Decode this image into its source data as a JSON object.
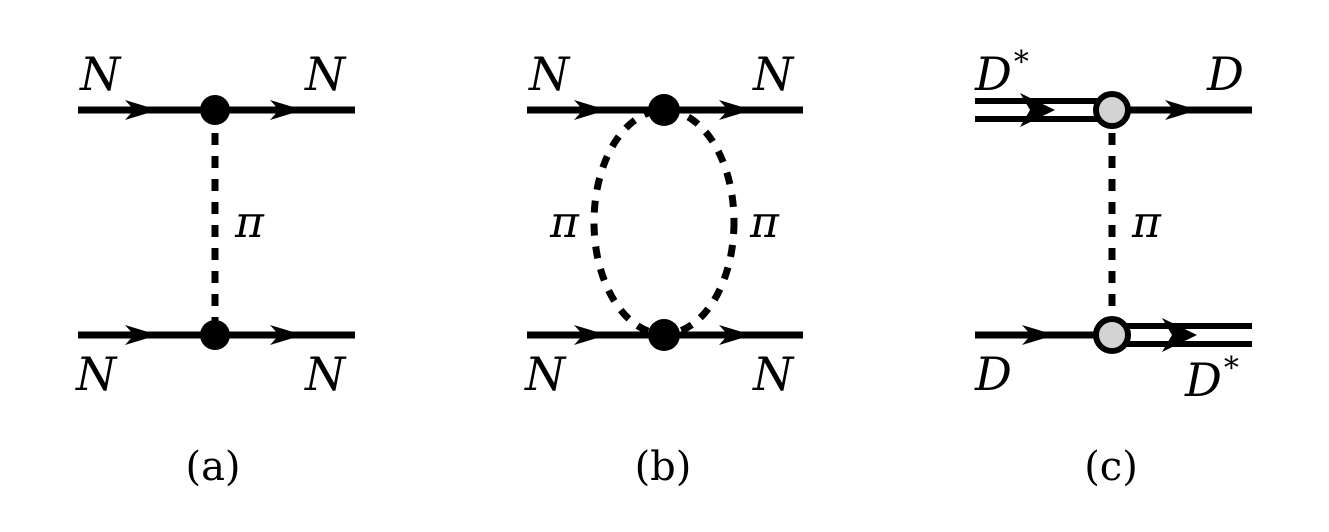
{
  "panels": [
    {
      "caption": "(a)",
      "top_left": "N",
      "top_right": "N",
      "bottom_left": "N",
      "bottom_right": "N",
      "exchange": "π"
    },
    {
      "caption": "(b)",
      "top_left": "N",
      "top_right": "N",
      "bottom_left": "N",
      "bottom_right": "N",
      "exchange_left": "π",
      "exchange_right": "π"
    },
    {
      "caption": "(c)",
      "top_left": "D",
      "top_left_sup": "*",
      "top_right": "D",
      "bottom_left": "D",
      "bottom_right": "D",
      "bottom_right_sup": "*",
      "exchange": "π"
    }
  ],
  "colors": {
    "line": "#000000",
    "vertex_solid": "#000000",
    "vertex_open_fill": "#d3d3d3"
  }
}
